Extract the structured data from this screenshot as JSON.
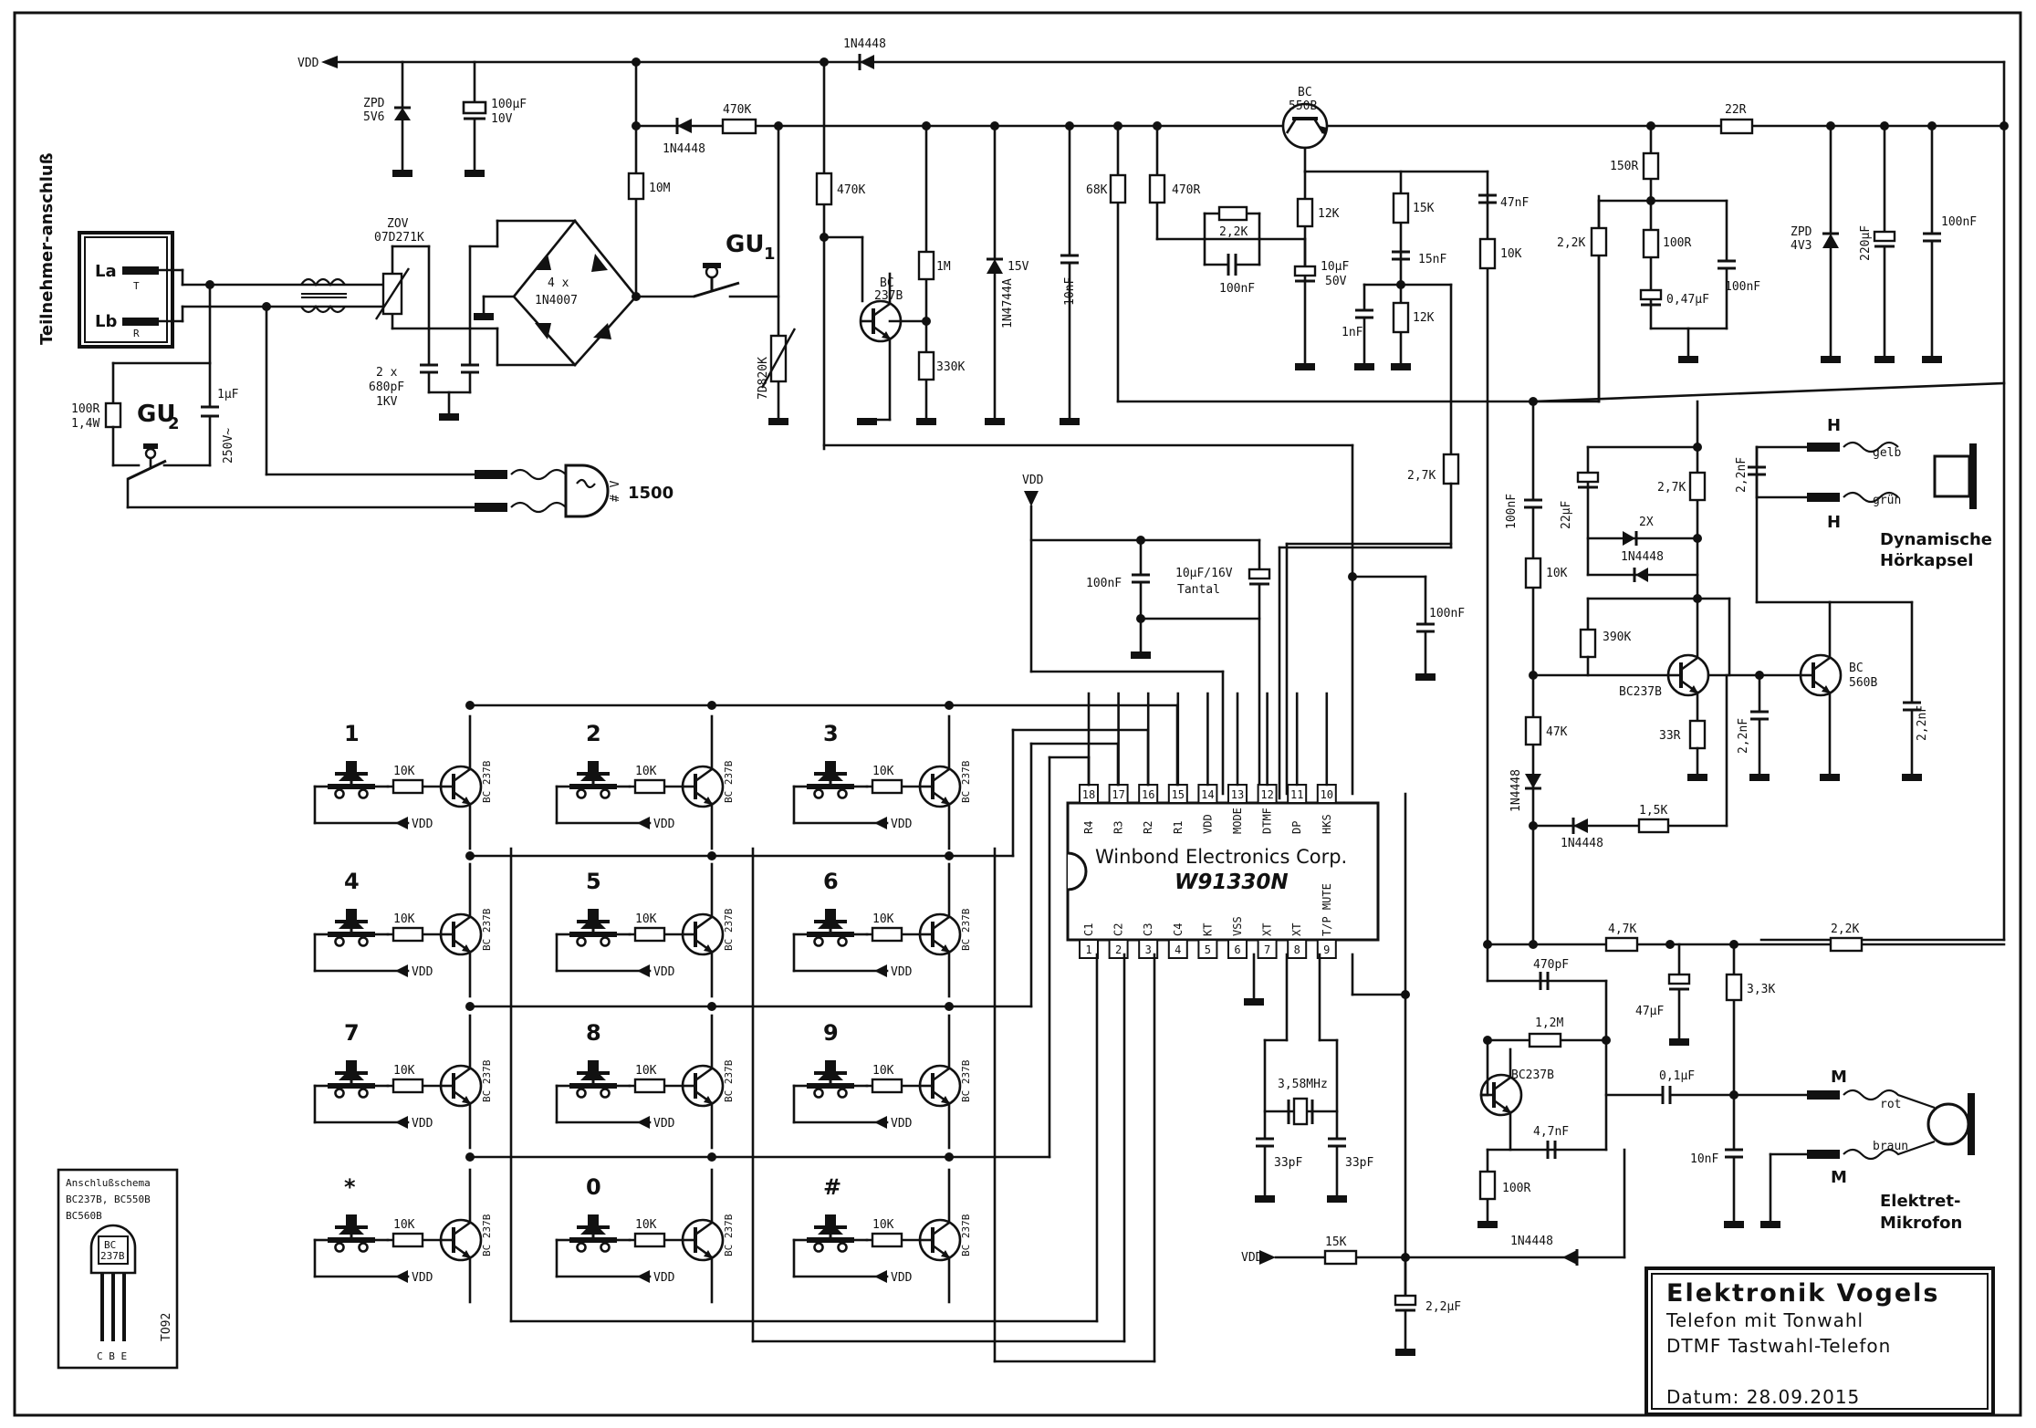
{
  "title_block": {
    "company": "Elektronik Vogels",
    "line1": "Telefon mit Tonwahl",
    "line2": "DTMF Tastwahl-Telefon",
    "date": "Datum: 28.09.2015"
  },
  "chip": {
    "maker": "Winbond Electronics Corp.",
    "part": "W91330N",
    "top_pins": [
      {
        "n": "18",
        "name": "R4"
      },
      {
        "n": "17",
        "name": "R3"
      },
      {
        "n": "16",
        "name": "R2"
      },
      {
        "n": "15",
        "name": "R1"
      },
      {
        "n": "14",
        "name": "VDD"
      },
      {
        "n": "13",
        "name": "MODE"
      },
      {
        "n": "12",
        "name": "DTMF"
      },
      {
        "n": "11",
        "name": "DP"
      },
      {
        "n": "10",
        "name": "HKS"
      }
    ],
    "bottom_pins": [
      {
        "n": "1",
        "name": "C1"
      },
      {
        "n": "2",
        "name": "C2"
      },
      {
        "n": "3",
        "name": "C3"
      },
      {
        "n": "4",
        "name": "C4"
      },
      {
        "n": "5",
        "name": "KT"
      },
      {
        "n": "6",
        "name": "VSS"
      },
      {
        "n": "7",
        "name": "XT"
      },
      {
        "n": "8",
        "name": "XT"
      },
      {
        "n": "9",
        "name": "T/P MUTE"
      }
    ]
  },
  "keypad": {
    "keys": [
      "1",
      "2",
      "3",
      "4",
      "5",
      "6",
      "7",
      "8",
      "9",
      "*",
      "0",
      "#"
    ],
    "resistor": "10K",
    "transistor": "BC 237B",
    "supply": "VDD"
  },
  "line_input": {
    "label": "Teilnehmer-anschluß",
    "la": "La",
    "lb": "Lb",
    "t": "T",
    "r": "R"
  },
  "labels": {
    "vdd": "VDD",
    "zpd": "ZPD",
    "zpd_v": "5V6",
    "c100u": "100µF",
    "c100u_v": "10V",
    "d1n4448": "1N4448",
    "zov": "ZOV",
    "zov_p": "07D271K",
    "bridge": "4 x",
    "bridge_p": "1N4007",
    "c680": "2 x",
    "c680_v": "680pF",
    "c680_kv": "1KV",
    "r470k": "470K",
    "r10m": "10M",
    "gu1": "GU",
    "gu2": "GU",
    "gu_sub1": "1",
    "gu_sub2": "2",
    "r100r": "100R",
    "r100r_w": "1,4W",
    "c1u": "1µF",
    "c1u_v": "250V~",
    "v1500": "1500",
    "tv": "# V",
    "vdr": "7D820K",
    "bc237b_a": "BC",
    "bc237b_b": "237B",
    "r1m": "1M",
    "r330k": "330K",
    "z15v": "15V",
    "z1n4744": "1N4744A",
    "c10n": "10nF",
    "r68k": "68K",
    "r470r": "470R",
    "bc550": "BC",
    "bc550_b": "550B",
    "r2k2": "2,2K",
    "c100n": "100nF",
    "r12k": "12K",
    "c10u50": "10µF",
    "c10u50_v": "50V",
    "r15k": "15K",
    "c15n": "15nF",
    "c1n": "1nF",
    "c47n": "47nF",
    "r10k": "10K",
    "r2k7": "2,7K",
    "r22r": "22R",
    "r150r": "150R",
    "c047": "0,47µF",
    "zpd4v3": "ZPD",
    "zpd4v3_v": "4V3",
    "c220u": "220µF",
    "h1": "H",
    "h2": "H",
    "gelb": "gelb",
    "gruen": "grün",
    "dyn1": "Dynamische",
    "dyn2": "Hörkapsel",
    "c22u": "22µF",
    "x2": "2X",
    "c2n2": "2,2nF",
    "r390k": "390K",
    "bc237bs": "BC237B",
    "bc560": "BC",
    "bc560_b": "560B",
    "r33r": "33R",
    "r47k": "47K",
    "r1k5": "1,5K",
    "c10u16": "10µF/16V",
    "tantal": "Tantal",
    "r4k7": "4,7K",
    "r2k2b": "2,2K",
    "c470p": "470pF",
    "c47u": "47µF",
    "r3k3": "3,3K",
    "r1m2": "1,2M",
    "c01u": "0,1µF",
    "m1": "M",
    "m2": "M",
    "rot": "rot",
    "braun": "braun",
    "c4n7": "4,7nF",
    "mic1": "Elektret-",
    "mic2": "Mikrofon",
    "xtal": "3,58MHz",
    "c33p": "33pF",
    "c2u2": "2,2µF",
    "schema": "Anschlußschema",
    "schema1": "BC237B, BC550B",
    "schema2": "BC560B",
    "to92": "TO92",
    "cbe": "C B E"
  }
}
